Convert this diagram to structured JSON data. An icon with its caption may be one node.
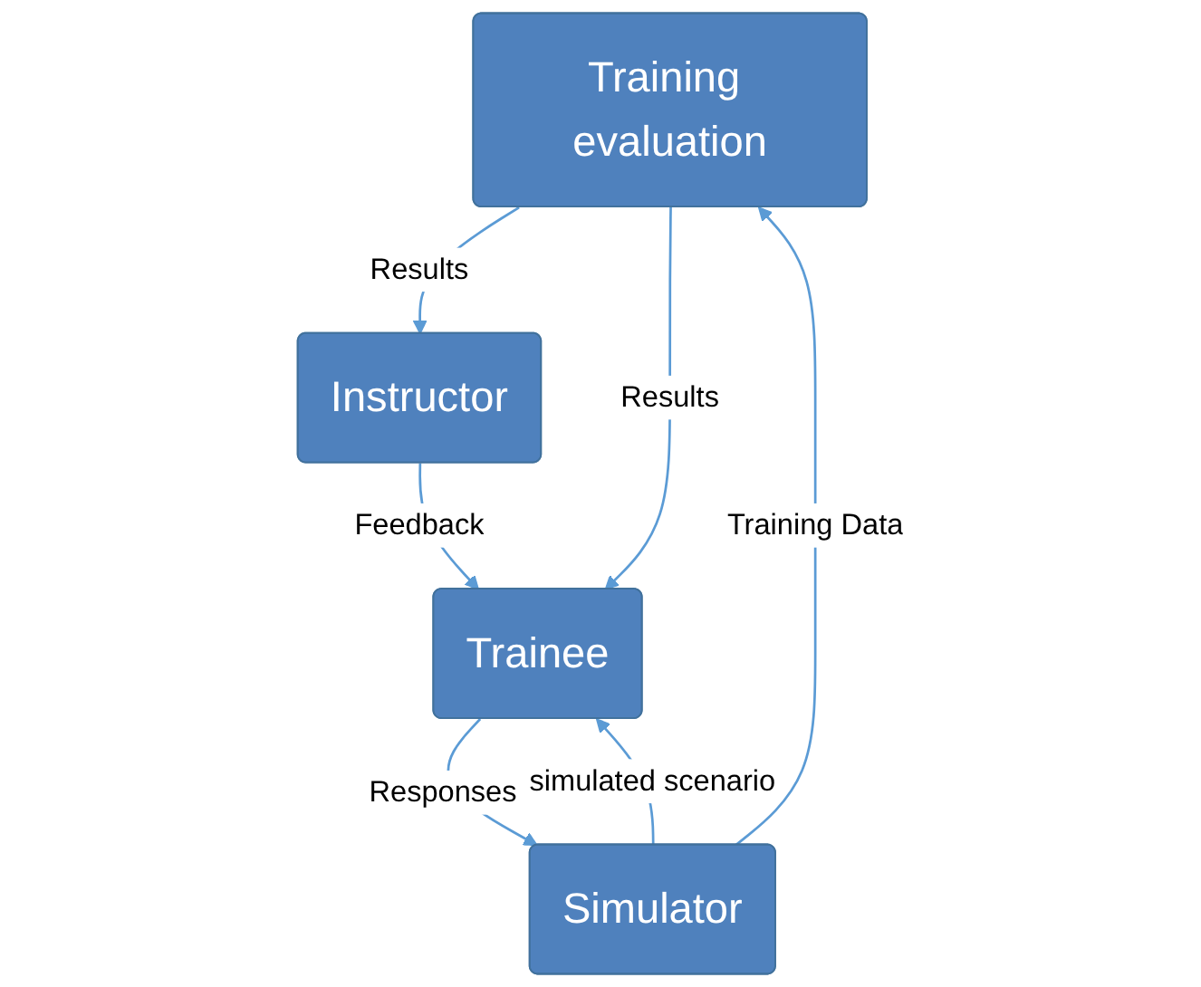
{
  "diagram": {
    "nodes": [
      {
        "text": [
          "Training evaluation"
        ]
      },
      {
        "text": [
          "Simulator"
        ]
      },
      {
        "text": [
          "Instructor"
        ]
      },
      {
        "text": [
          "Trainee"
        ]
      }
    ],
    "edges": [
      {
        "from": 1,
        "to": 0,
        "arrow": "to",
        "label": "Training Data"
      },
      {
        "from": 0,
        "to": 2,
        "arrow": "to",
        "label": "Results"
      },
      {
        "from": 0,
        "to": 3,
        "arrow": "to",
        "label": "Results"
      },
      {
        "from": 2,
        "to": 3,
        "arrow": "to",
        "label": "Feedback"
      },
      {
        "from": 1,
        "to": 3,
        "arrow": "to",
        "label": "simulated scenario"
      },
      {
        "from": 3,
        "to": 1,
        "arrow": "to",
        "label": "Responses"
      }
    ]
  }
}
